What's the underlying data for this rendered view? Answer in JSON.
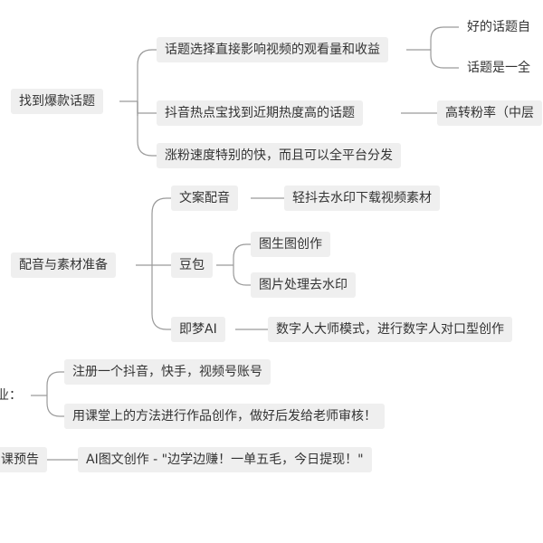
{
  "mindmap": {
    "branch1": {
      "label": "找到爆款话题",
      "child_1": {
        "label": "话题选择直接影响视频的观看量和收益",
        "sub_1": "好的话题自",
        "sub_2": "话题是一全"
      },
      "child_2": {
        "label": "抖音热点宝找到近期热度高的话题",
        "sub_1": "高转粉率（中层"
      },
      "child_3": {
        "label": "涨粉速度特别的快，而且可以全平台分发"
      }
    },
    "branch2": {
      "label": "配音与素材准备",
      "child_1": {
        "label": "文案配音",
        "sub_1": "轻抖去水印下载视频素材"
      },
      "child_2": {
        "label": "豆包",
        "sub_1": "图生图创作",
        "sub_2": "图片处理去水印"
      },
      "child_3": {
        "label": "即梦AI",
        "sub_1": "数字人大师模式，进行数字人对口型创作"
      }
    },
    "branch3": {
      "label": "业：",
      "child_1": "注册一个抖音，快手，视频号账号",
      "child_2": "用课堂上的方法进行作品创作，做好后发给老师审核！"
    },
    "branch4": {
      "label": "课预告",
      "child_1": "AI图文创作 - \"边学边赚！一单五毛，今日提现！\""
    }
  },
  "colors": {
    "node_bg": "#efefef",
    "line": "#9a9a9a",
    "text": "#333333"
  }
}
